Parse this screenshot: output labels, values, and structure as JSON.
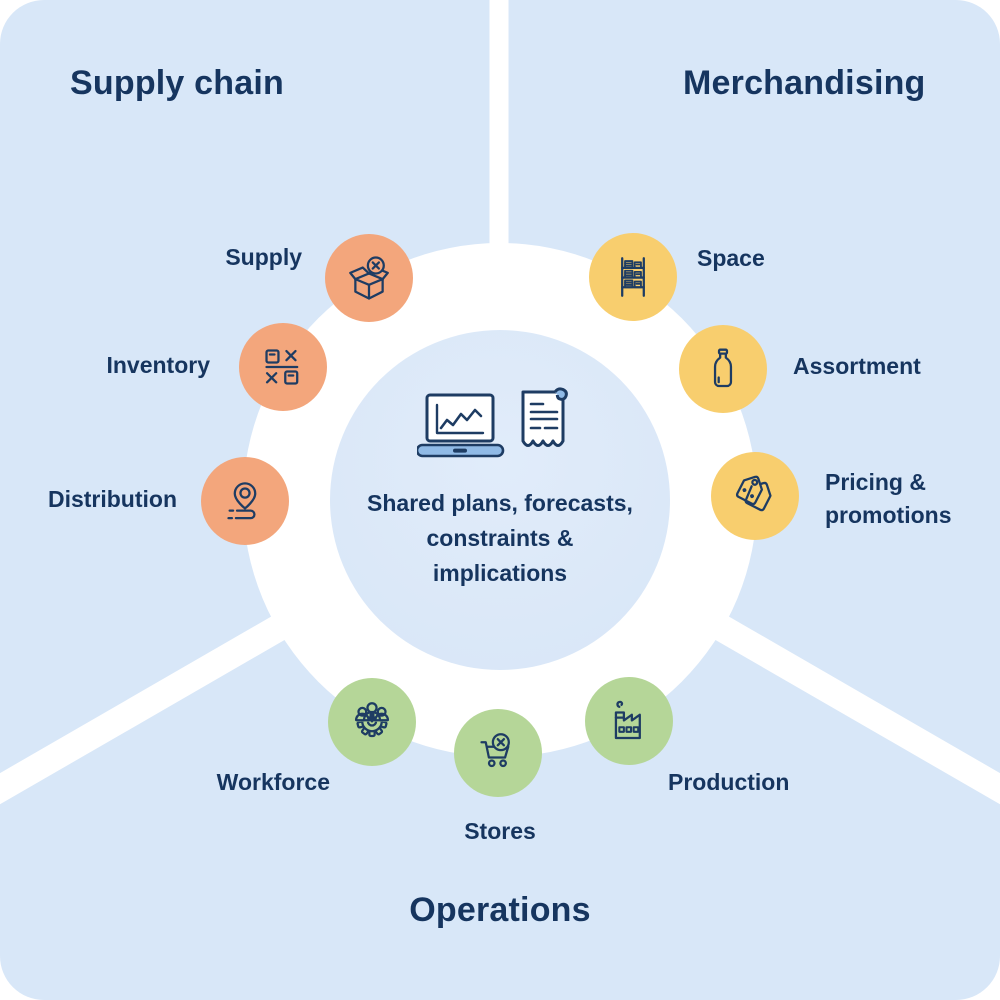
{
  "diagram_title": "Shared plans, forecasts, constraints & implications",
  "sections": {
    "supply_chain": {
      "title": "Supply chain",
      "accent_color": "#f3a67c",
      "items": [
        {
          "label": "Supply",
          "icon": "open-box-x-icon"
        },
        {
          "label": "Inventory",
          "icon": "count-calculation-icon"
        },
        {
          "label": "Distribution",
          "icon": "location-route-icon"
        }
      ]
    },
    "merchandising": {
      "title": "Merchandising",
      "accent_color": "#f8ce6e",
      "items": [
        {
          "label": "Space",
          "icon": "shelf-rack-icon"
        },
        {
          "label": "Assortment",
          "icon": "bottle-icon"
        },
        {
          "label": "Pricing & promotions",
          "lines": [
            "Pricing &",
            "promotions"
          ],
          "icon": "price-tags-icon"
        }
      ]
    },
    "operations": {
      "title": "Operations",
      "accent_color": "#b5d698",
      "items": [
        {
          "label": "Workforce",
          "icon": "people-gear-icon"
        },
        {
          "label": "Stores",
          "icon": "cart-x-icon"
        },
        {
          "label": "Production",
          "icon": "factory-icon"
        }
      ]
    }
  },
  "center": {
    "text": "Shared plans, forecasts, constraints & implications",
    "lines": [
      "Shared plans, forecasts,",
      "constraints &",
      "implications"
    ],
    "icons": [
      "laptop-chart-icon",
      "receipt-icon"
    ]
  },
  "colors": {
    "sector_background": "#d8e7f8",
    "center_circle": "#dbe8f7",
    "divider_white": "#ffffff",
    "text_navy": "#16355f",
    "icon_stroke_navy": "#1e3c63",
    "laptop_base_blue": "#90bae6"
  }
}
